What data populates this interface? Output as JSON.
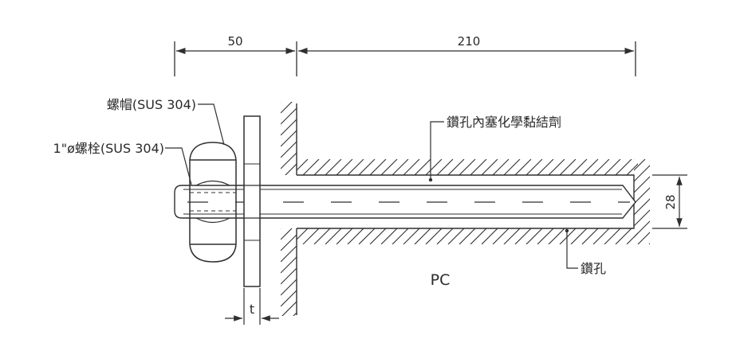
{
  "dimensions": {
    "left_length": "50",
    "right_length": "210",
    "hole_diameter": "28",
    "washer_thickness": "t"
  },
  "callouts": {
    "nut": "螺帽(SUS 304)",
    "bolt": "1\"ø螺栓(SUS 304)",
    "adhesive": "鑽孔內塞化學黏結劑",
    "hole": "鑽孔"
  },
  "material": "PC",
  "colors": {
    "line": "#2f2f2f",
    "background": "#ffffff"
  }
}
